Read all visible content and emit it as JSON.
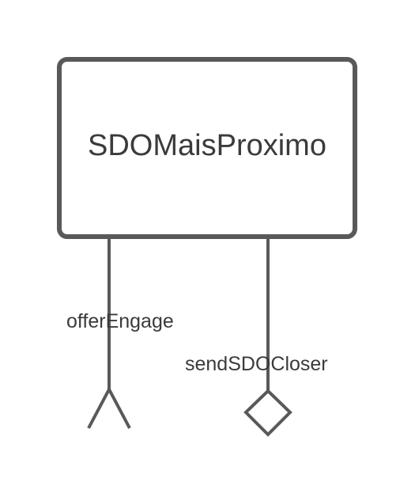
{
  "diagram": {
    "component": {
      "name": "SDOMaisProximo"
    },
    "ports": [
      {
        "label": "offerEngage",
        "symbol": "fork-icon"
      },
      {
        "label": "sendSDOCloser",
        "symbol": "diamond-icon"
      }
    ],
    "colors": {
      "stroke": "#595959",
      "text": "#3b3b3b",
      "background": "#ffffff"
    }
  }
}
